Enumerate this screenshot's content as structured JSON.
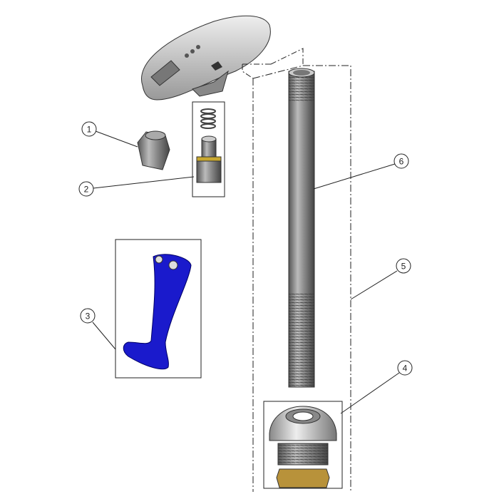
{
  "diagram": {
    "callouts": [
      {
        "label": "1",
        "part": "bonnet-nut"
      },
      {
        "label": "2",
        "part": "cartridge-assembly"
      },
      {
        "label": "3",
        "part": "lever-handle"
      },
      {
        "label": "4",
        "part": "flange"
      },
      {
        "label": "5",
        "part": "riser-assembly"
      },
      {
        "label": "6",
        "part": "riser-pipe"
      }
    ],
    "colors": {
      "line": "#222222",
      "metal": "#9a9a9a",
      "handle": "#1a1acc",
      "brass": "#b8923a",
      "bubbler_head": "#d8d8d8"
    }
  }
}
